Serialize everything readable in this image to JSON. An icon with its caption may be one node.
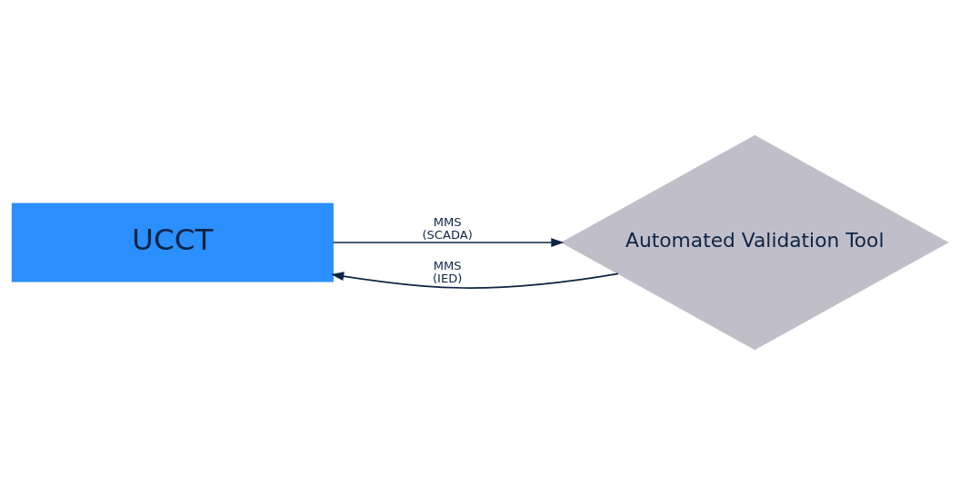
{
  "diagram": {
    "nodes": [
      {
        "text": [
          "UCCT"
        ]
      },
      {
        "text": [
          "Automated Validation Tool"
        ]
      }
    ],
    "edges": [
      {
        "from": 0,
        "to": 1,
        "arrow": "to",
        "label": "MMS (SCADA)"
      },
      {
        "from": 1,
        "to": 0,
        "arrow": "to",
        "label": "MMS (IED)"
      }
    ]
  }
}
